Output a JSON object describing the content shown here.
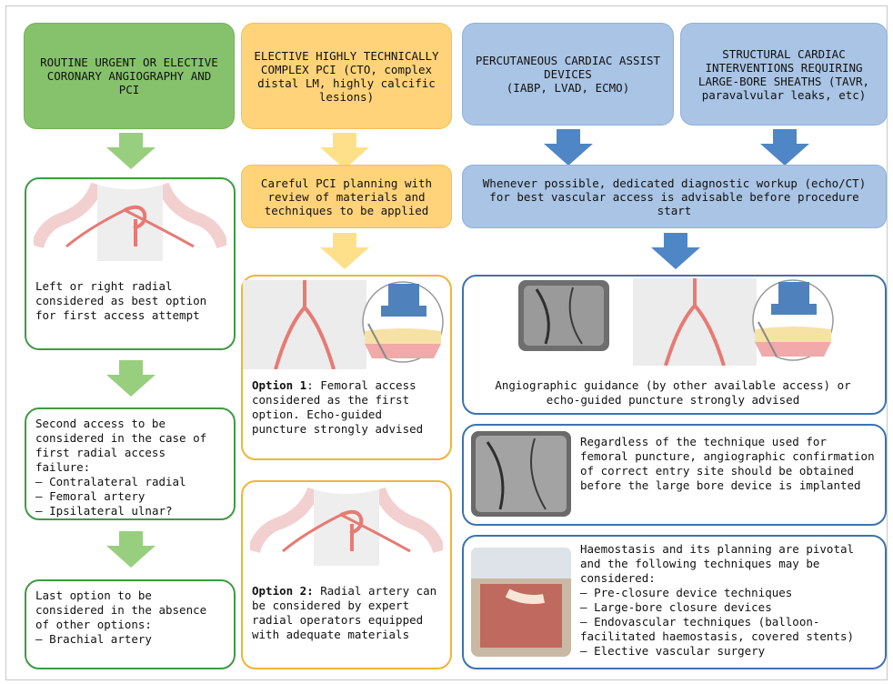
{
  "headers": {
    "col1": "ROUTINE URGENT OR ELECTIVE CORONARY ANGIOGRAPHY AND PCI",
    "col2_title": "ELECTIVE HIGHLY TECHNICALLY COMPLEX PCI",
    "col2_sub": " (CTO, complex distal LM, highly calcific lesions)",
    "col3_title": "PERCUTANEOUS CARDIAC ASSIST DEVICES",
    "col3_sub": "(IABP, LVAD, ECMO)",
    "col4_title": "STRUCTURAL CARDIAC INTERVENTIONS REQUIRING LARGE-BORE SHEATHS",
    "col4_sub": " (TAVR, paravalvular leaks, etc)"
  },
  "col1": {
    "radial_text": "Left or right radial considered as best option for first access attempt",
    "second_access_intro": "Second access to be considered in the case of first radial access failure:",
    "second_access_items": [
      "Contralateral radial",
      "Femoral artery",
      "Ipsilateral ulnar?"
    ],
    "last_option_intro": "Last option to be considered in the absence of other options:",
    "last_option_item": "Brachial artery"
  },
  "col2": {
    "planning": "Careful PCI planning with review of materials and techniques to be applied",
    "option1_label": "Option 1",
    "option1_text": ": Femoral access considered as the first option. Echo-guided puncture strongly advised",
    "option2_label": "Option 2:",
    "option2_text": " Radial artery can be considered by expert radial operators equipped with adequate materials"
  },
  "col34": {
    "workup": "Whenever possible, dedicated diagnostic workup (echo/CT) for best vascular access is advisable before procedure start",
    "guidance": "Angiographic guidance (by other available access) or echo-guided puncture strongly advised",
    "confirmation": "Regardless of the technique used for femoral puncture, angiographic confirmation of correct entry site should be obtained before the large bore device is implanted",
    "haemostasis_intro": "Haemostasis and its planning are pivotal and the following techniques may be considered:",
    "haemostasis_items": [
      "Pre-closure device techniques",
      "Large-bore closure devices",
      "Endovascular techniques (balloon-facilitated haemostasis, covered stents)",
      "Elective vascular surgery"
    ]
  },
  "colors": {
    "green": "#86c26b",
    "orange": "#ffd37a",
    "blue": "#a9c4e4",
    "green_border": "#3f9a45",
    "orange_border": "#f0b535",
    "blue_border": "#3d73ad"
  }
}
